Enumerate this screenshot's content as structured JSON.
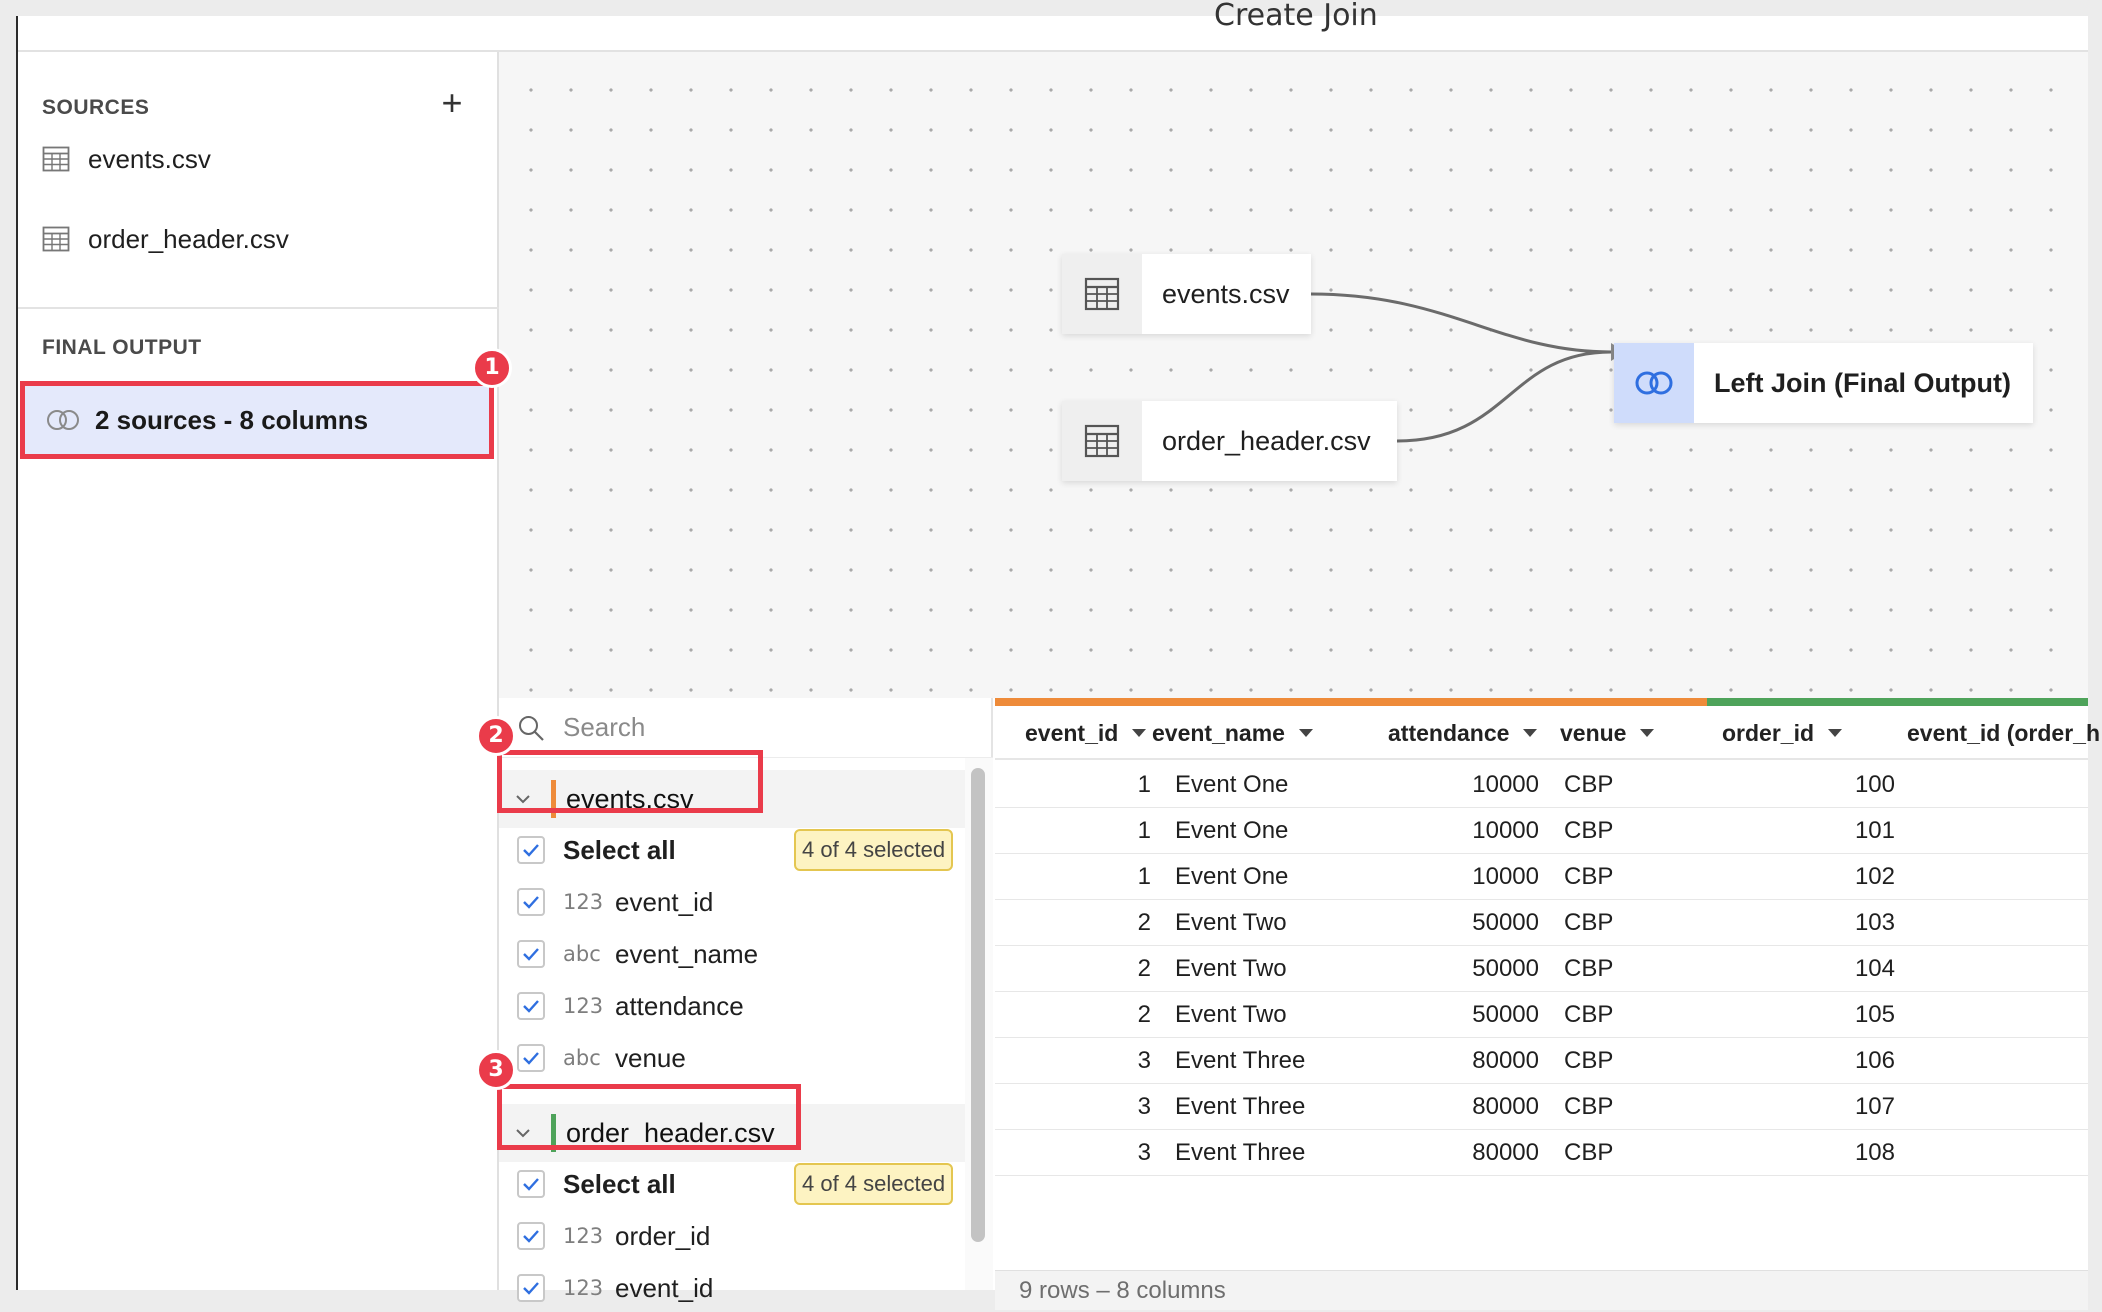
{
  "window": {
    "title": "Create Join"
  },
  "sidebar": {
    "sources_label": "SOURCES",
    "add_label": "+",
    "sources": [
      {
        "label": "events.csv",
        "icon": "table-icon"
      },
      {
        "label": "order_header.csv",
        "icon": "table-icon"
      }
    ],
    "final_output_label": "FINAL OUTPUT",
    "final_output_item": "2 sources - 8 columns"
  },
  "canvas": {
    "nodes": [
      {
        "label": "events.csv",
        "icon": "table-icon"
      },
      {
        "label": "order_header.csv",
        "icon": "table-icon"
      },
      {
        "label": "Left Join (Final Output)",
        "icon": "join-icon"
      }
    ]
  },
  "markers": [
    "1",
    "2",
    "3"
  ],
  "columns_panel": {
    "search_placeholder": "Search",
    "groups": [
      {
        "name": "events.csv",
        "color": "#ee8b3a",
        "select_all": "Select all",
        "badge": "4 of 4 selected",
        "columns": [
          {
            "type": "123",
            "name": "event_id"
          },
          {
            "type": "abc",
            "name": "event_name"
          },
          {
            "type": "123",
            "name": "attendance"
          },
          {
            "type": "abc",
            "name": "venue"
          }
        ]
      },
      {
        "name": "order_header.csv",
        "color": "#4ea35a",
        "select_all": "Select all",
        "badge": "4 of 4 selected",
        "columns": [
          {
            "type": "123",
            "name": "order_id"
          },
          {
            "type": "123",
            "name": "event_id"
          }
        ]
      }
    ]
  },
  "table": {
    "headers": [
      "event_id",
      "event_name",
      "attendance",
      "venue",
      "order_id",
      "event_id (order_h"
    ],
    "rows": [
      [
        "1",
        "Event One",
        "10000",
        "CBP",
        "100"
      ],
      [
        "1",
        "Event One",
        "10000",
        "CBP",
        "101"
      ],
      [
        "1",
        "Event One",
        "10000",
        "CBP",
        "102"
      ],
      [
        "2",
        "Event Two",
        "50000",
        "CBP",
        "103"
      ],
      [
        "2",
        "Event Two",
        "50000",
        "CBP",
        "104"
      ],
      [
        "2",
        "Event Two",
        "50000",
        "CBP",
        "105"
      ],
      [
        "3",
        "Event Three",
        "80000",
        "CBP",
        "106"
      ],
      [
        "3",
        "Event Three",
        "80000",
        "CBP",
        "107"
      ],
      [
        "3",
        "Event Three",
        "80000",
        "CBP",
        "108"
      ]
    ],
    "footer": "9 rows – 8 columns"
  },
  "colors": {
    "accent": "#ea3b4a",
    "events_source": "#ee8b3a",
    "order_source": "#4ea35a",
    "join_highlight": "#cfdcfb",
    "check": "#2f6fe0"
  }
}
